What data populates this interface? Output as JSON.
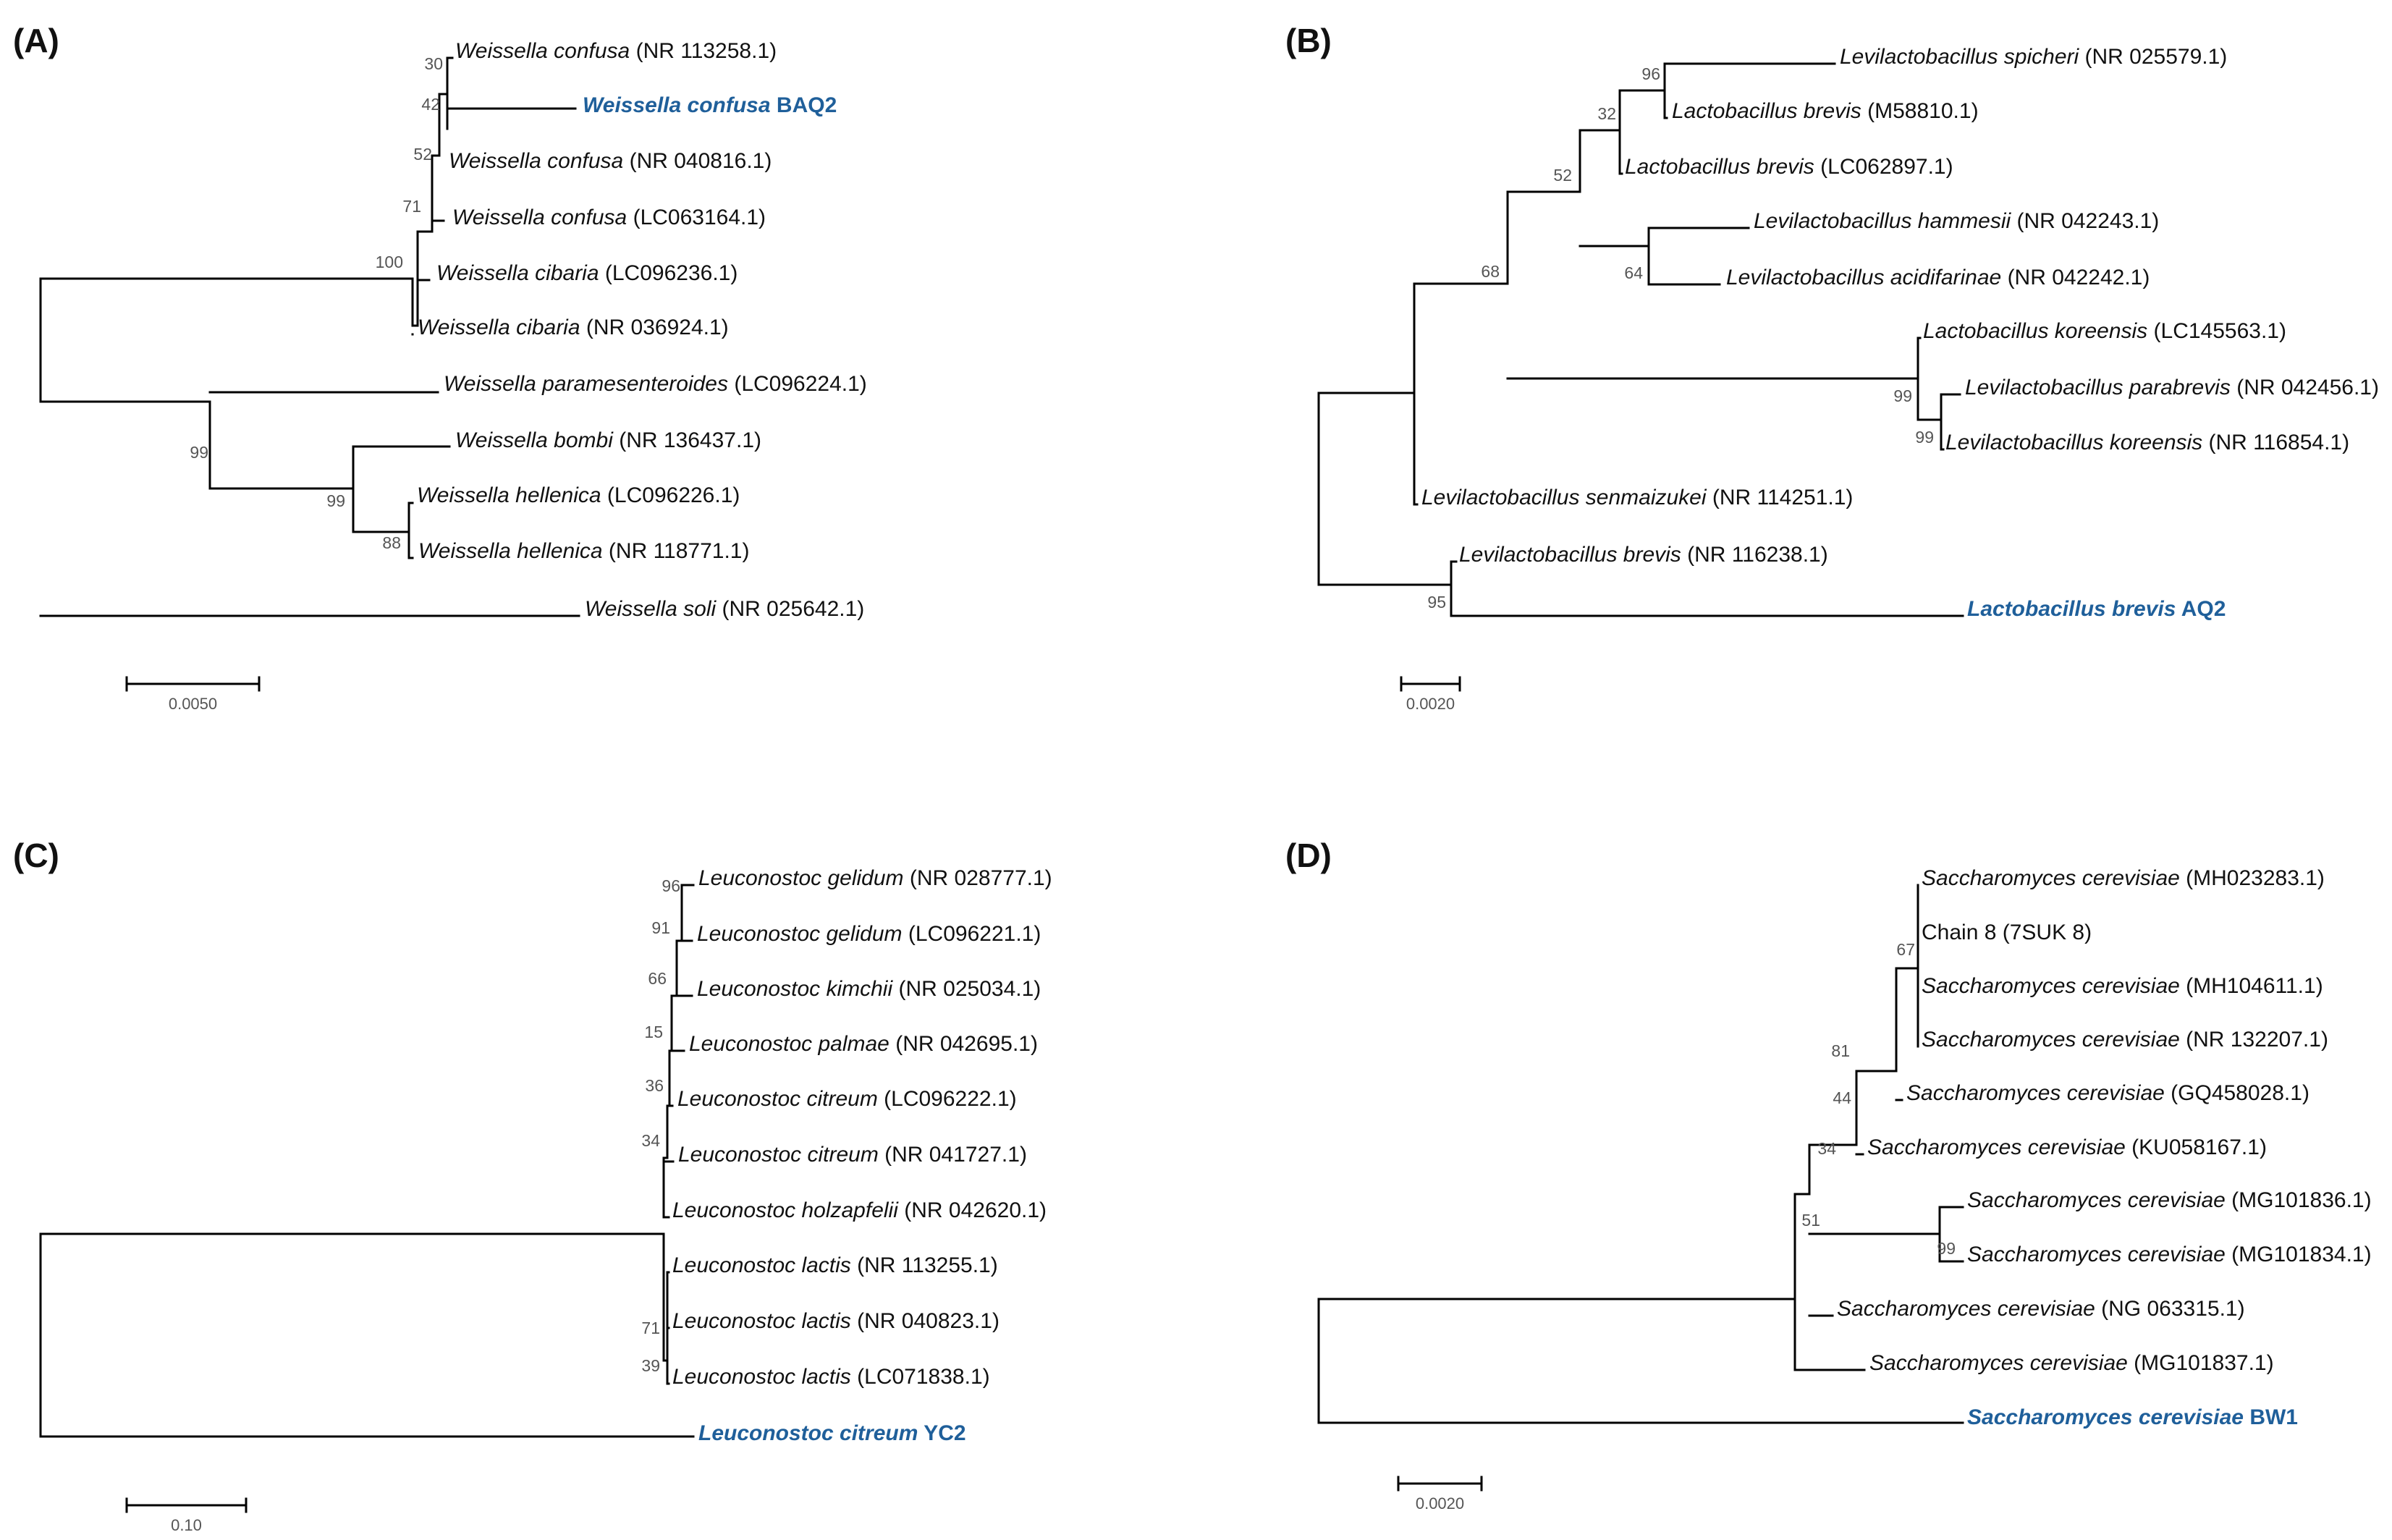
{
  "colors": {
    "line": "#000000",
    "text": "#111111",
    "highlight": "#1f5f9a",
    "bootstrap": "#555555"
  },
  "panels": [
    {
      "label": "(A)",
      "leaves": [
        {
          "species": "Weissella confusa",
          "acc": "(NR 113258.1)"
        },
        {
          "species": "Weissella confusa",
          "acc": "BAQ2",
          "highlight": true
        },
        {
          "species": "Weissella confusa",
          "acc": "(NR 040816.1)"
        },
        {
          "species": "Weissella confusa",
          "acc": "(LC063164.1)"
        },
        {
          "species": "Weissella cibaria",
          "acc": "(LC096236.1)"
        },
        {
          "species": "Weissella cibaria",
          "acc": "(NR 036924.1)"
        },
        {
          "species": "Weissella paramesenteroides",
          "acc": "(LC096224.1)"
        },
        {
          "species": "Weissella bombi",
          "acc": "(NR 136437.1)"
        },
        {
          "species": "Weissella hellenica",
          "acc": "(LC096226.1)"
        },
        {
          "species": "Weissella hellenica",
          "acc": "(NR 118771.1)"
        },
        {
          "species": "Weissella soli",
          "acc": "(NR 025642.1)"
        }
      ],
      "bootstraps": [
        "30",
        "42",
        "52",
        "71",
        "100",
        "99",
        "99",
        "88"
      ],
      "scale": "0.0050"
    },
    {
      "label": "(B)",
      "leaves": [
        {
          "species": "Levilactobacillus spicheri",
          "acc": "(NR 025579.1)"
        },
        {
          "species": "Lactobacillus brevis",
          "acc": "(M58810.1)"
        },
        {
          "species": "Lactobacillus brevis",
          "acc": "(LC062897.1)"
        },
        {
          "species": "Levilactobacillus hammesii",
          "acc": "(NR 042243.1)"
        },
        {
          "species": "Levilactobacillus acidifarinae",
          "acc": "(NR 042242.1)"
        },
        {
          "species": "Lactobacillus koreensis",
          "acc": "(LC145563.1)"
        },
        {
          "species": "Levilactobacillus parabrevis",
          "acc": "(NR 042456.1)"
        },
        {
          "species": "Levilactobacillus koreensis",
          "acc": "(NR 116854.1)"
        },
        {
          "species": "Levilactobacillus senmaizukei",
          "acc": "(NR 114251.1)"
        },
        {
          "species": "Levilactobacillus brevis",
          "acc": "(NR 116238.1)"
        },
        {
          "species": "Lactobacillus brevis",
          "acc": "AQ2",
          "highlight": true
        }
      ],
      "bootstraps": [
        "96",
        "32",
        "52",
        "64",
        "68",
        "99",
        "99",
        "95"
      ],
      "scale": "0.0020"
    },
    {
      "label": "(C)",
      "leaves": [
        {
          "species": "Leuconostoc gelidum",
          "acc": "(NR 028777.1)"
        },
        {
          "species": "Leuconostoc gelidum",
          "acc": "(LC096221.1)"
        },
        {
          "species": "Leuconostoc kimchii",
          "acc": "(NR 025034.1)"
        },
        {
          "species": "Leuconostoc palmae",
          "acc": "(NR 042695.1)"
        },
        {
          "species": "Leuconostoc citreum",
          "acc": "(LC096222.1)"
        },
        {
          "species": "Leuconostoc citreum",
          "acc": "(NR 041727.1)"
        },
        {
          "species": "Leuconostoc holzapfelii",
          "acc": "(NR 042620.1)"
        },
        {
          "species": "Leuconostoc lactis",
          "acc": "(NR 113255.1)"
        },
        {
          "species": "Leuconostoc lactis",
          "acc": "(NR 040823.1)"
        },
        {
          "species": "Leuconostoc lactis",
          "acc": "(LC071838.1)"
        },
        {
          "species": "Leuconostoc citreum",
          "acc": "YC2",
          "highlight": true
        }
      ],
      "bootstraps": [
        "96",
        "91",
        "66",
        "15",
        "36",
        "34",
        "71",
        "39"
      ],
      "scale": "0.10"
    },
    {
      "label": "(D)",
      "leaves": [
        {
          "species": "Saccharomyces cerevisiae",
          "acc": "(MH023283.1)"
        },
        {
          "species": "",
          "acc": "Chain 8 (7SUK 8)"
        },
        {
          "species": "Saccharomyces cerevisiae",
          "acc": "(MH104611.1)"
        },
        {
          "species": "Saccharomyces cerevisiae",
          "acc": "(NR 132207.1)"
        },
        {
          "species": "Saccharomyces cerevisiae",
          "acc": "(GQ458028.1)"
        },
        {
          "species": "Saccharomyces cerevisiae",
          "acc": "(KU058167.1)"
        },
        {
          "species": "Saccharomyces cerevisiae",
          "acc": "(MG101836.1)"
        },
        {
          "species": "Saccharomyces cerevisiae",
          "acc": "(MG101834.1)"
        },
        {
          "species": "Saccharomyces cerevisiae",
          "acc": "(NG 063315.1)"
        },
        {
          "species": "Saccharomyces cerevisiae",
          "acc": "(MG101837.1)"
        },
        {
          "species": "Saccharomyces cerevisiae",
          "acc": "BW1",
          "highlight": true
        }
      ],
      "bootstraps": [
        "67",
        "81",
        "44",
        "34",
        "99",
        "51"
      ],
      "scale": "0.0020"
    }
  ]
}
